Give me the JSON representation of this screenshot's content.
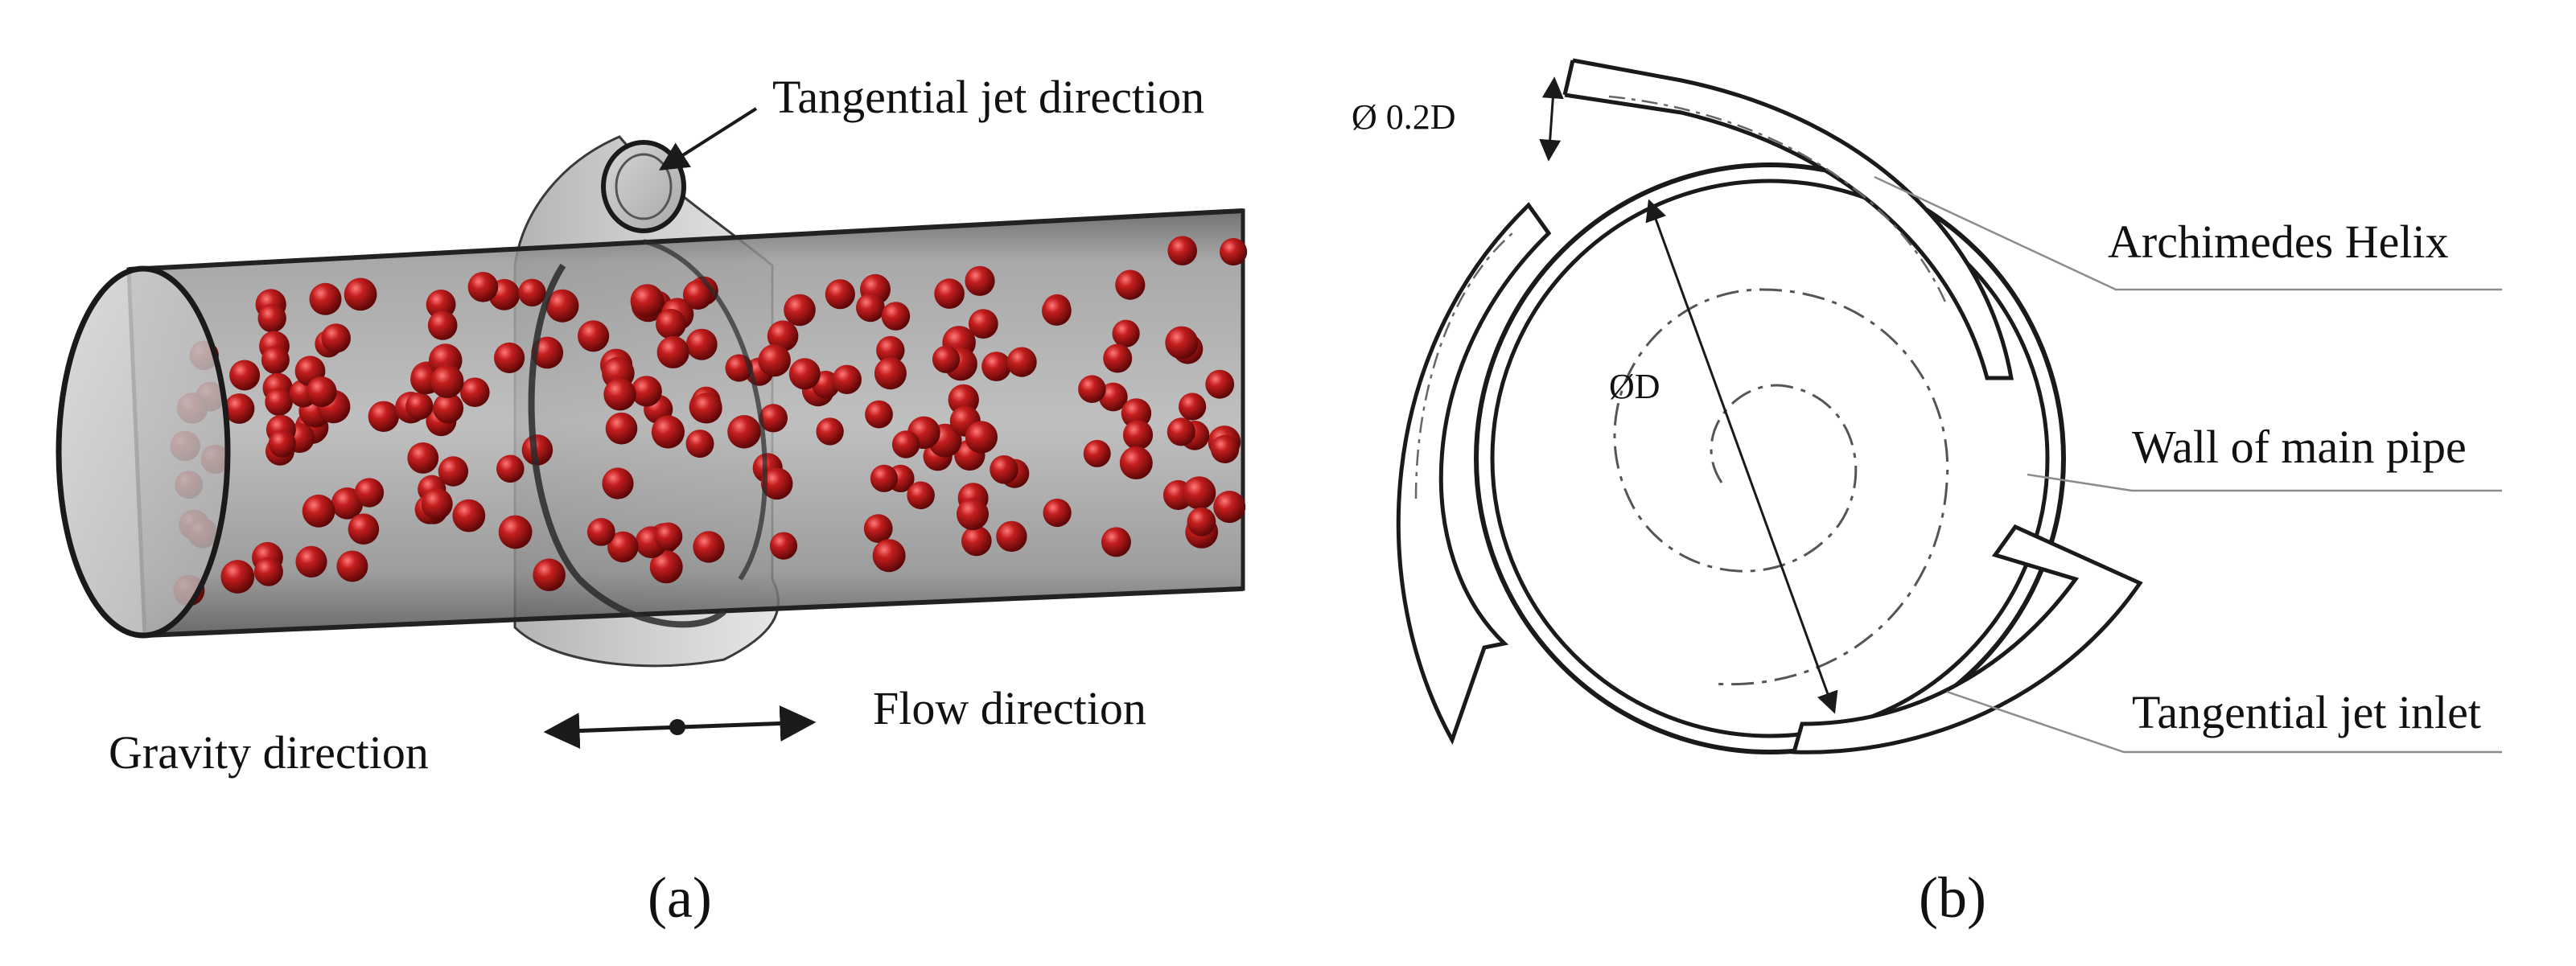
{
  "panel_a": {
    "label_jet_direction": "Tangential jet direction",
    "label_flow_direction": "Flow direction",
    "label_gravity_direction": "Gravity direction",
    "caption": "(a)"
  },
  "panel_b": {
    "label_helix": "Archimedes Helix",
    "label_wall": "Wall of main pipe",
    "label_inlet": "Tangential jet inlet",
    "dim_inlet": "Ø 0.2D",
    "dim_pipe": "ØD",
    "caption": "(b)"
  },
  "colors": {
    "particle": "#b01818",
    "pipe_body": "#8a8a8a",
    "line": "#1a1a1a",
    "leader": "#8c8c8c"
  }
}
